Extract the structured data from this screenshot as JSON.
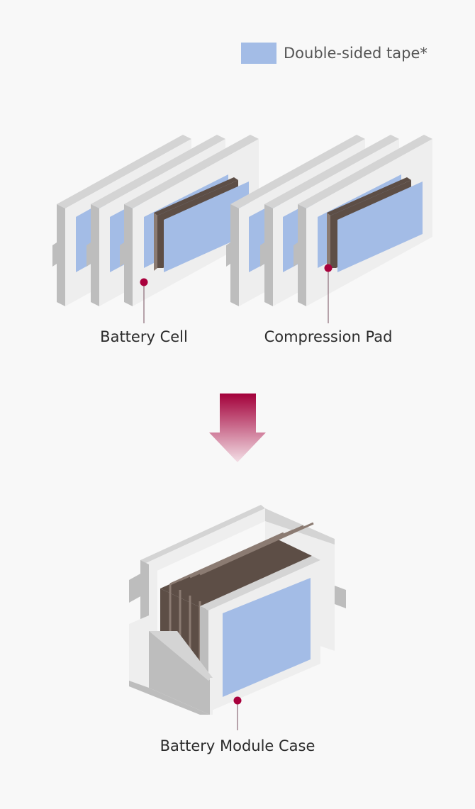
{
  "legend": {
    "label": "Double-sided tape*"
  },
  "labels": {
    "battery_cell": "Battery Cell",
    "compression_pad": "Compression Pad",
    "battery_module_case": "Battery Module Case"
  },
  "colors": {
    "background": "#f8f8f8",
    "tape": "#a3bce6",
    "tape_dark": "#c9d6ef",
    "frame_front": "#eeeeee",
    "frame_side": "#bdbdbd",
    "frame_top": "#d4d4d4",
    "pad_front": "#8b7b72",
    "pad_side": "#5d4e46",
    "marker": "#a8003c",
    "arrow_top": "#a3003a",
    "arrow_bottom": "#f3dfe6",
    "leader_line": "#8a6a76"
  }
}
